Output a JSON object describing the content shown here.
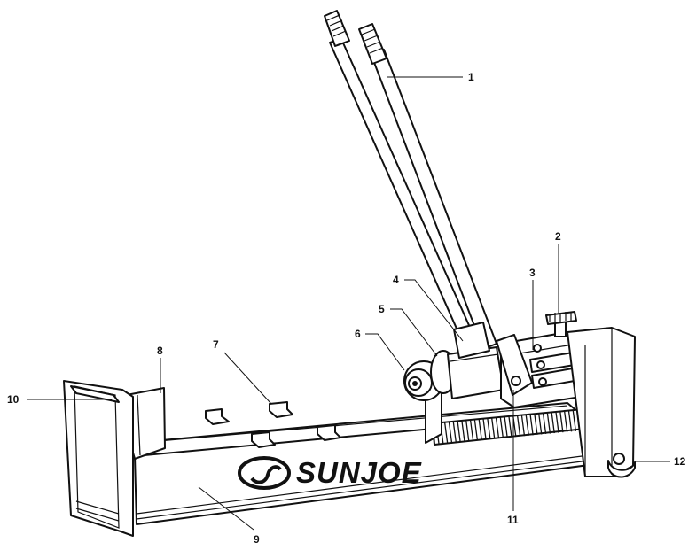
{
  "diagram": {
    "brand_logo_text": "SUNJOE",
    "colors": {
      "line": "#111111",
      "background": "#ffffff"
    },
    "callouts": [
      {
        "id": "1",
        "label": "1"
      },
      {
        "id": "2",
        "label": "2"
      },
      {
        "id": "3",
        "label": "3"
      },
      {
        "id": "4",
        "label": "4"
      },
      {
        "id": "5",
        "label": "5"
      },
      {
        "id": "6",
        "label": "6"
      },
      {
        "id": "7",
        "label": "7"
      },
      {
        "id": "8",
        "label": "8"
      },
      {
        "id": "9",
        "label": "9"
      },
      {
        "id": "10",
        "label": "10"
      },
      {
        "id": "11",
        "label": "11"
      },
      {
        "id": "12",
        "label": "12"
      }
    ]
  }
}
